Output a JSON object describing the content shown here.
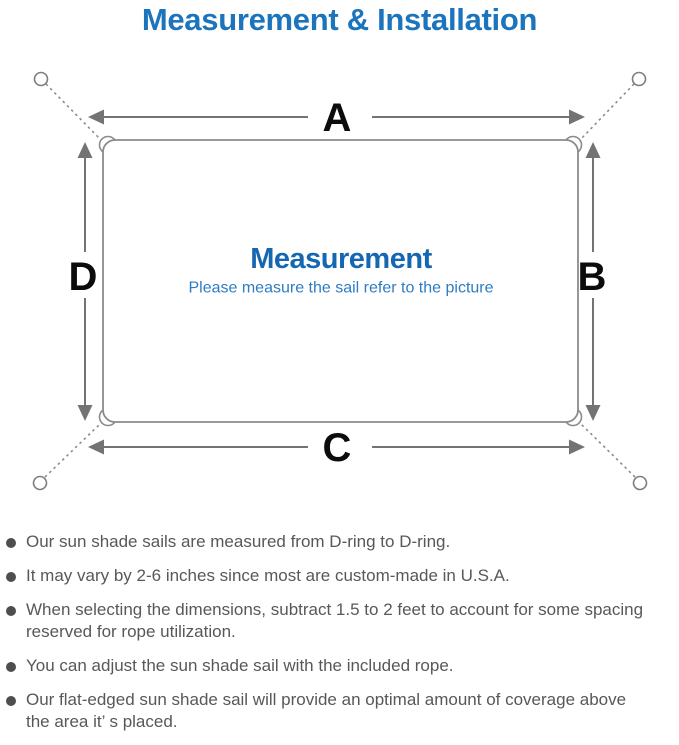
{
  "page": {
    "title": "Measurement & Installation"
  },
  "diagram": {
    "dimension_labels": {
      "top": "A",
      "right": "B",
      "bottom": "C",
      "left": "D"
    },
    "center_title": "Measurement",
    "center_subtitle": "Please measure the sail refer to the picture"
  },
  "notes": [
    {
      "lines": [
        "Our sun shade sails are measured from D-ring to D-ring."
      ]
    },
    {
      "lines": [
        "It may vary by 2-6 inches since most are custom-made in U.S.A."
      ]
    },
    {
      "lines": [
        "When selecting the dimensions, subtract 1.5 to 2 feet to account for some spacing",
        "reserved for rope utilization."
      ]
    },
    {
      "lines": [
        "You can adjust the sun shade sail with the included rope."
      ]
    },
    {
      "lines": [
        "Our flat-edged sun shade sail will provide an optimal amount of coverage above",
        "the area it’ s placed."
      ]
    }
  ],
  "colors": {
    "title_blue": "#1b74bc",
    "center_title_blue": "#1467b0",
    "center_subtitle_blue": "#2e7cc3",
    "outline_gray": "#8b8b8b",
    "arrow_gray": "#737373",
    "dimension_label_black": "#0c0c0c",
    "note_text_gray": "#58585a",
    "bullet_gray": "#4e4e4e"
  }
}
